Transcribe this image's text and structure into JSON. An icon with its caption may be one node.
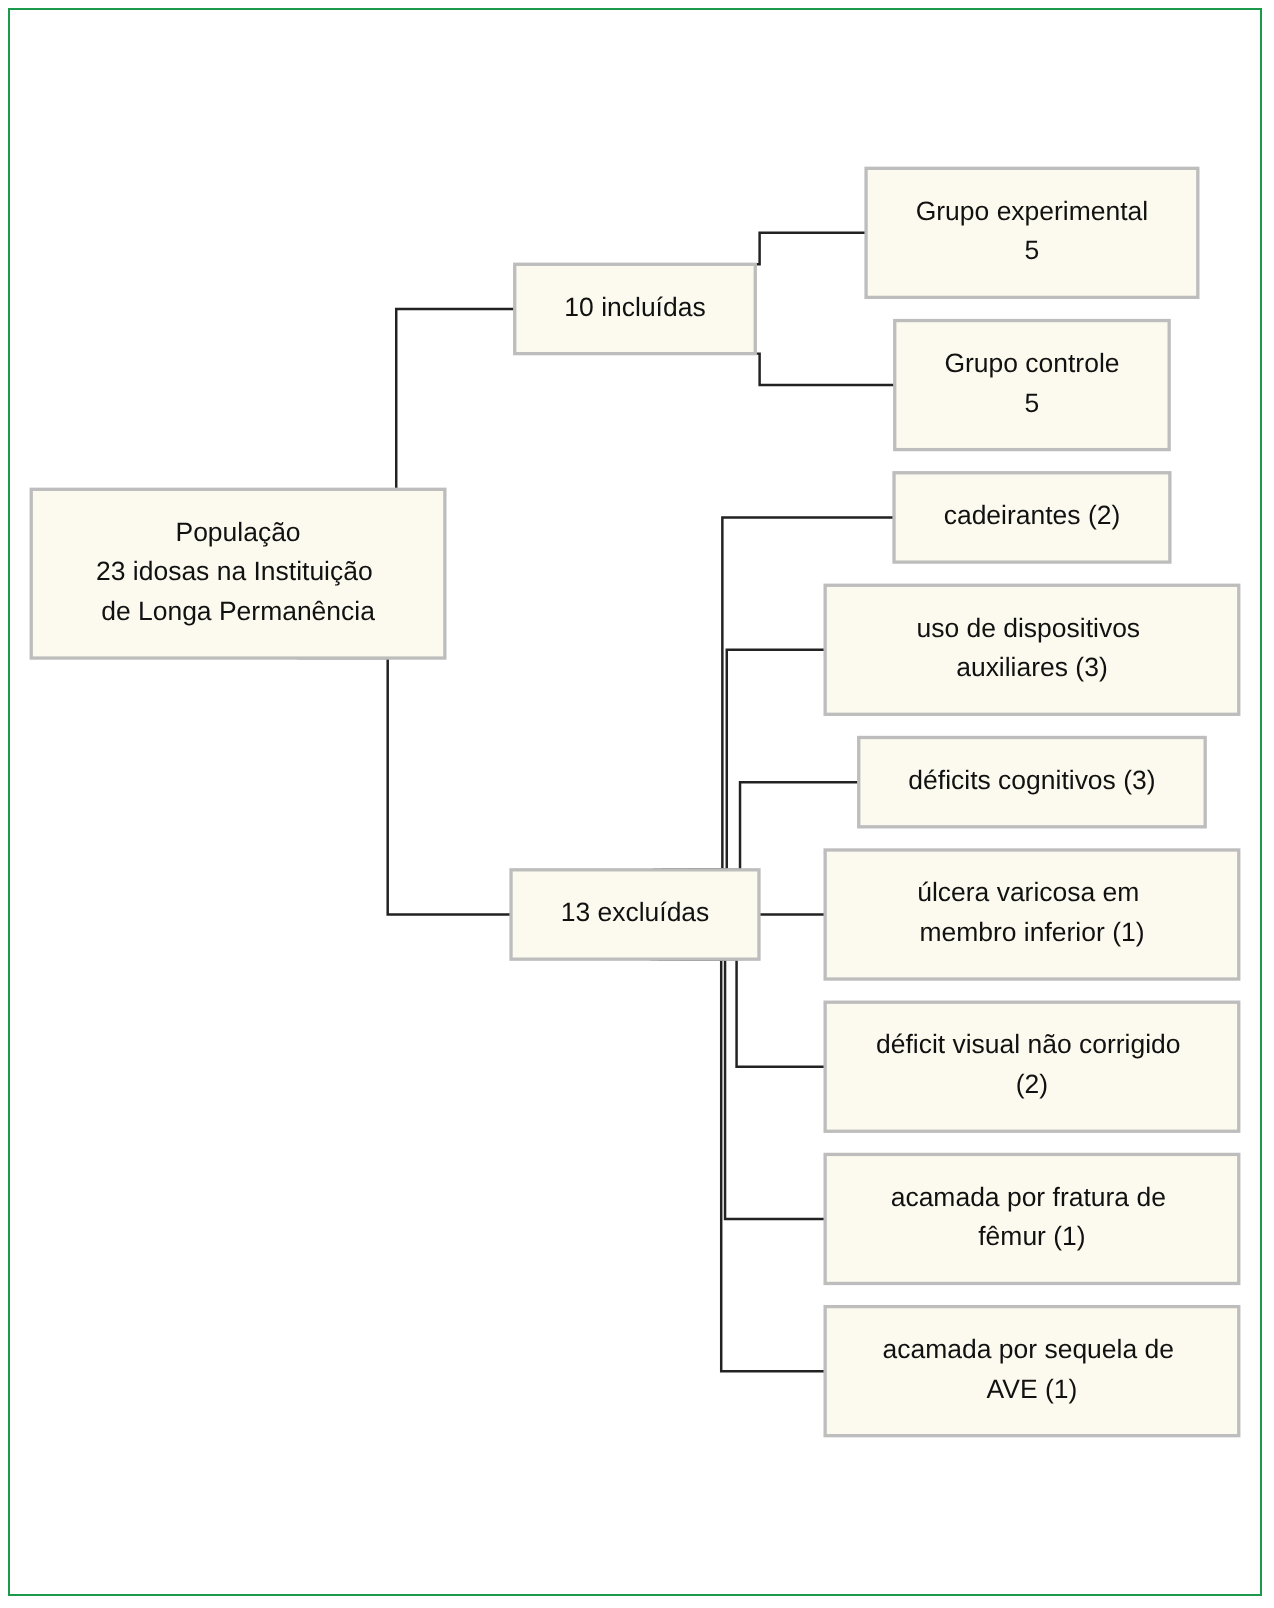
{
  "diagram": {
    "nodes": [
      {
        "text": [
          "População",
          "23 idosas na Instituição de Longa Permanência"
        ]
      },
      {
        "text": [
          "10 incluídas"
        ]
      },
      {
        "text": [
          "Grupo experimental",
          "5"
        ]
      },
      {
        "text": [
          "Grupo controle",
          "5"
        ]
      },
      {
        "text": [
          "13 excluídas"
        ]
      },
      {
        "text": [
          "cadeirantes (2)"
        ]
      },
      {
        "text": [
          "uso de dispositivos auxiliares (3)"
        ]
      },
      {
        "text": [
          "déficits cognitivos (3)"
        ]
      },
      {
        "text": [
          "úlcera varicosa em membro inferior (1)"
        ]
      },
      {
        "text": [
          "déficit visual não corrigido (2)"
        ]
      },
      {
        "text": [
          "acamada por fratura de fêmur (1)"
        ]
      },
      {
        "text": [
          "acamada por sequela de AVE (1)"
        ]
      }
    ],
    "edges": [
      {
        "from": 0,
        "to": 1,
        "arrow": "none"
      },
      {
        "from": 1,
        "to": 2,
        "arrow": "none"
      },
      {
        "from": 1,
        "to": 3,
        "arrow": "none"
      },
      {
        "from": 0,
        "to": 4,
        "arrow": "none"
      },
      {
        "from": 4,
        "to": 5,
        "arrow": "none"
      },
      {
        "from": 4,
        "to": 6,
        "arrow": "none"
      },
      {
        "from": 4,
        "to": 7,
        "arrow": "none"
      },
      {
        "from": 4,
        "to": 8,
        "arrow": "none"
      },
      {
        "from": 4,
        "to": 9,
        "arrow": "none"
      },
      {
        "from": 4,
        "to": 10,
        "arrow": "none"
      },
      {
        "from": 4,
        "to": 11,
        "arrow": "none"
      }
    ]
  }
}
